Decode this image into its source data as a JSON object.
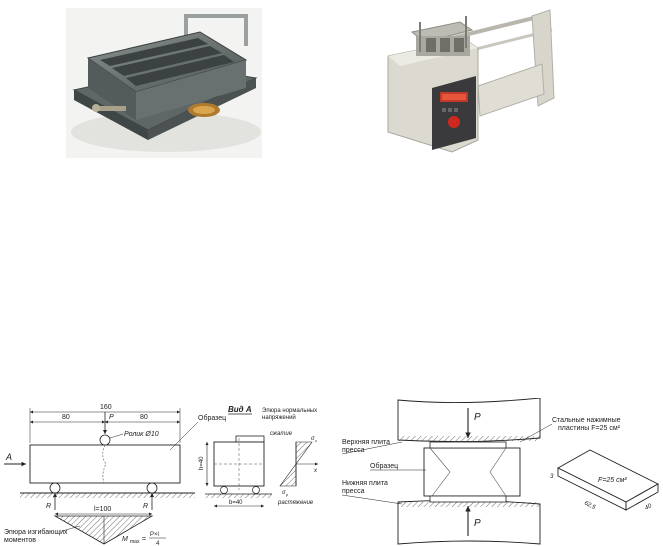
{
  "beam": {
    "dim_total": "160",
    "dim_left": "80",
    "dim_right": "80",
    "force": "P",
    "roller": "Ролик Ø10",
    "specimen": "Образец",
    "view_a": "Вид А",
    "arrow_a": "A",
    "react_left": "R",
    "react_right": "R",
    "span": "l=100",
    "moment_label_1": "Эпюра изгибающих",
    "moment_label_2": "моментов",
    "mmax_lhs": "M",
    "mmax_sub": "max",
    "mmax_num": "P×l",
    "mmax_den": "4",
    "height": "h=40",
    "width": "b=40",
    "stress_title_1": "Эпюра нормальных",
    "stress_title_2": "напряжений",
    "compression": "сжатие",
    "tension": "растяжение",
    "sigma_c": "σ",
    "sigma_c_sub": "с",
    "sigma_t": "σ",
    "sigma_t_sub": "р",
    "axis_x": "x"
  },
  "press": {
    "force_top": "P",
    "force_bottom": "P",
    "upper_plate_1": "Верхняя плита",
    "upper_plate_2": "пресса",
    "specimen": "Образец",
    "lower_plate_1": "Нижняя плита",
    "lower_plate_2": "пресса",
    "steel_1": "Стальные нажимные",
    "steel_2": "пластины F=25  см²",
    "area": "F=25  см²",
    "dim_3": "3",
    "dim_625": "62,5",
    "dim_40": "40"
  }
}
